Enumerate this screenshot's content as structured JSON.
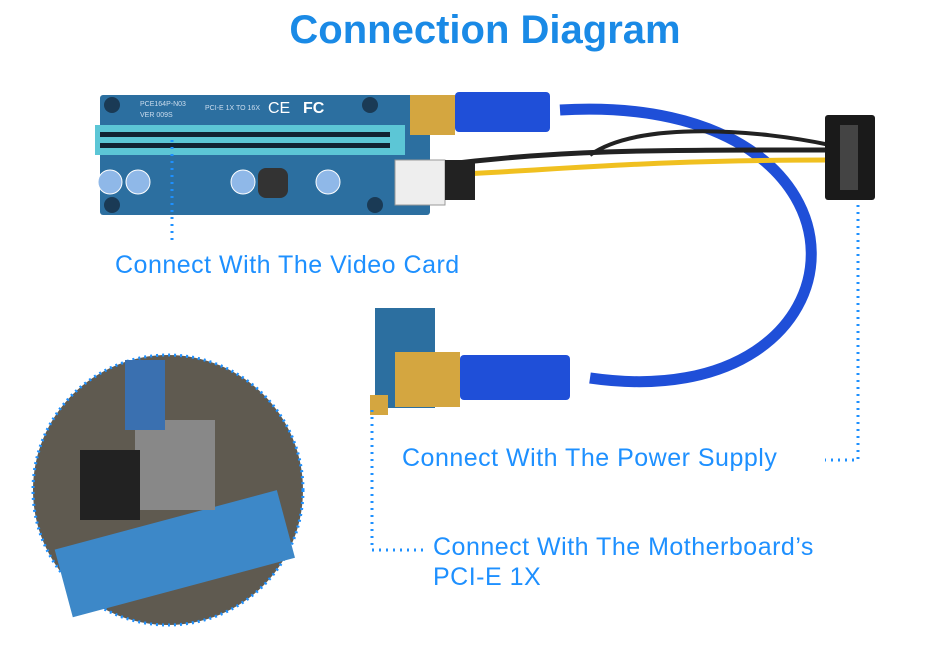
{
  "title": "Connection Diagram",
  "labels": {
    "video_card": "Connect With The Video Card",
    "power_supply": "Connect With The Power Supply",
    "motherboard_line1": "Connect With The Motherboard’s",
    "motherboard_line2": "PCI-E 1X"
  },
  "board_text": {
    "model": "PCE164P-N03",
    "version": "VER 009S",
    "pcie": "PCI-E 1X TO 16X",
    "ce": "CE",
    "fc": "FC"
  },
  "colors": {
    "accent": "#1e90ff",
    "cable": "#1f4fd8",
    "board": "#2c6fa0"
  }
}
